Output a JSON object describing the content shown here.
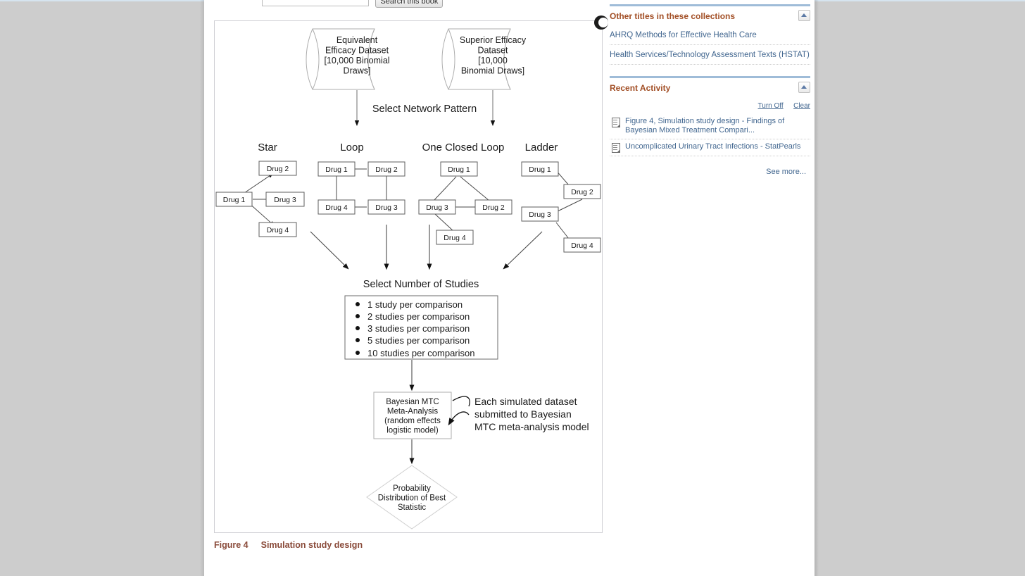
{
  "search": {
    "value": "",
    "placeholder": "",
    "button_label": "Search this book"
  },
  "figure": {
    "caption_number": "Figure 4",
    "caption_text": "Simulation study design",
    "close_icon": "close-circle-icon"
  },
  "diagram": {
    "datasets": [
      {
        "id": "equivalent",
        "lines": [
          "Equivalent",
          "Efficacy Dataset",
          "[10,000 Binomial",
          "Draws]"
        ]
      },
      {
        "id": "superior",
        "lines": [
          "Superior Efficacy",
          "Dataset",
          "[10,000",
          "Binomial Draws]"
        ]
      }
    ],
    "step1_label": "Select Network Pattern",
    "patterns": [
      {
        "name": "Star",
        "nodes": [
          "Drug 2",
          "Drug 1",
          "Drug 3",
          "Drug 4"
        ]
      },
      {
        "name": "Loop",
        "nodes": [
          "Drug 1",
          "Drug 2",
          "Drug 4",
          "Drug 3"
        ]
      },
      {
        "name": "One Closed Loop",
        "nodes": [
          "Drug 1",
          "Drug 3",
          "Drug 2",
          "Drug 4"
        ]
      },
      {
        "name": "Ladder",
        "nodes": [
          "Drug 1",
          "Drug 2",
          "Drug 3",
          "Drug 4"
        ]
      }
    ],
    "step2_label": "Select Number of Studies",
    "study_options": [
      "1 study per comparison",
      "2 studies per comparison",
      "3 studies per comparison",
      "5 studies per comparison",
      "10 studies per comparison"
    ],
    "model_box": [
      "Bayesian MTC",
      "Meta-Analysis",
      "(random effects",
      "logistic model)"
    ],
    "model_annotation": [
      "Each simulated dataset",
      "submitted to Bayesian",
      "MTC meta-analysis model"
    ],
    "outcome": [
      "Probability",
      "Distribution of Best",
      "Statistic"
    ]
  },
  "sidebar": {
    "collections": {
      "title": "Other titles in these collections",
      "toggle_icon": "collapse-up-icon",
      "links": [
        "AHRQ Methods for Effective Health Care",
        "Health Services/Technology Assessment Texts (HSTAT)"
      ]
    },
    "recent_activity": {
      "title": "Recent Activity",
      "toggle_icon": "collapse-up-icon",
      "turn_off_label": "Turn Off",
      "clear_label": "Clear",
      "items": [
        "Figure 4, Simulation study design - Findings of Bayesian Mixed Treatment Compari...",
        "Uncomplicated Urinary Tract Infections - StatPearls"
      ],
      "see_more_label": "See more..."
    }
  },
  "colors": {
    "page_background": "#cdcdcd",
    "panel": "#ffffff",
    "heading": "#a24f26",
    "link": "#41668f",
    "rule": "#9fbcd8",
    "caption": "#8a4b3a"
  }
}
